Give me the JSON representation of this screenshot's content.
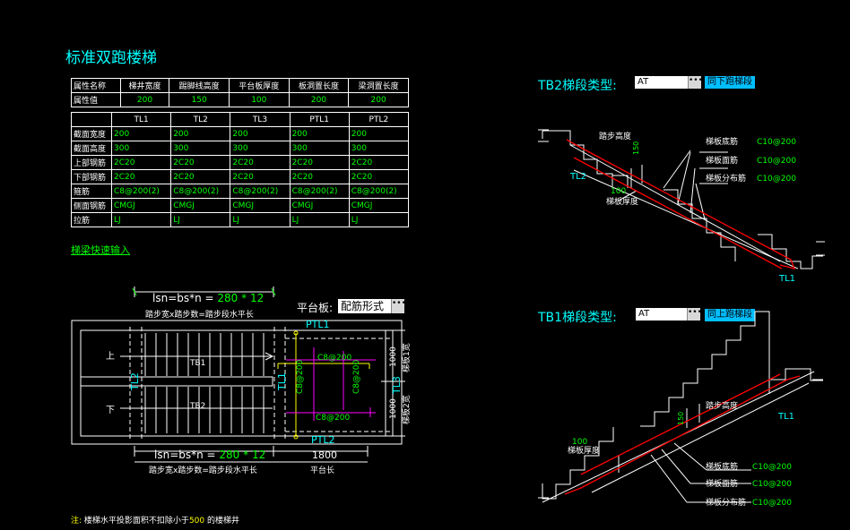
{
  "title": "标准双跑楼梯",
  "props_table": {
    "headers": [
      "属性名称",
      "梯井宽度",
      "踢脚线高度",
      "平台板厚度",
      "板洞置长度",
      "梁洞置长度"
    ],
    "row_label": "属性值",
    "values": [
      "200",
      "150",
      "100",
      "200",
      "200"
    ]
  },
  "beam_table": {
    "columns": [
      "TL1",
      "TL2",
      "TL3",
      "PTL1",
      "PTL2"
    ],
    "rows": [
      {
        "label": "截面宽度",
        "values": [
          "200",
          "200",
          "200",
          "200",
          "200"
        ]
      },
      {
        "label": "截面高度",
        "values": [
          "300",
          "300",
          "300",
          "300",
          "300"
        ]
      },
      {
        "label": "上部钢筋",
        "values": [
          "2C20",
          "2C20",
          "2C20",
          "2C20",
          "2C20"
        ]
      },
      {
        "label": "下部钢筋",
        "values": [
          "2C20",
          "2C20",
          "2C20",
          "2C20",
          "2C20"
        ]
      },
      {
        "label": "箍筋",
        "values": [
          "C8@200(2)",
          "C8@200(2)",
          "C8@200(2)",
          "C8@200(2)",
          "C8@200(2)"
        ]
      },
      {
        "label": "侧面钢筋",
        "values": [
          "CMGJ",
          "CMGJ",
          "CMGJ",
          "CMGJ",
          "CMGJ"
        ]
      },
      {
        "label": "拉筋",
        "values": [
          "LJ",
          "LJ",
          "LJ",
          "LJ",
          "LJ"
        ]
      }
    ]
  },
  "quick_input": "梯梁快速输入",
  "plan": {
    "lsn_top": "lsn=bs*n = 280 * 12",
    "lsn_top_prefix": "lsn=bs*n = ",
    "lsn_top_val": "280 * 12",
    "desc_top": "踏步宽x踏步数=踏步段水平长",
    "platform_label": "平台板:",
    "platform_value": "配筋形式",
    "up": "上",
    "down": "下",
    "tb1": "TB1",
    "tb2": "TB2",
    "tl2": "TL2",
    "tl1": "TL1",
    "tl3": "TL3",
    "ptl1": "PTL1",
    "ptl2": "PTL2",
    "rebar": "C8@200",
    "dim_1000a": "1000",
    "dim_1000b": "1000",
    "w1": "梯板1宽",
    "w2": "梯板2宽",
    "lsn_bot_prefix": "lsn=bs*n = ",
    "lsn_bot_val": "280 * 12",
    "dim_1800": "1800",
    "desc_bot": "踏步宽x踏步数=踏步段水平长",
    "platform_len": "平台长"
  },
  "tb2": {
    "label": "TB2梯段类型:",
    "type": "AT",
    "button": "同下跑梯段",
    "step_h": "踏步高度",
    "h150": "150",
    "bottom_rebar": "梯板底筋",
    "top_rebar": "梯板面筋",
    "dist_rebar": "梯板分布筋",
    "rebar_val": "C10@200",
    "thick_val": "100",
    "thick": "梯板厚度",
    "tl2": "TL2",
    "tl1": "TL1"
  },
  "tb1": {
    "label": "TB1梯段类型:",
    "type": "AT",
    "button": "同上跑梯段",
    "step_h": "踏步高度",
    "h150": "150",
    "thick_val": "100",
    "thick": "梯板厚度",
    "bottom_rebar": "梯板底筋",
    "top_rebar": "梯板面筋",
    "dist_rebar": "梯板分布筋",
    "rebar_val": "C10@200",
    "tl1": "TL1"
  },
  "note": {
    "prefix": "注:",
    "text1": "楼梯水平投影面积不扣除小于",
    "num": "500",
    "text2": "的楼梯井"
  },
  "colors": {
    "cyan": "#00ffff",
    "green": "#00ff00",
    "red": "#ff0000",
    "magenta": "#ff00ff",
    "yellow": "#ffff00"
  }
}
